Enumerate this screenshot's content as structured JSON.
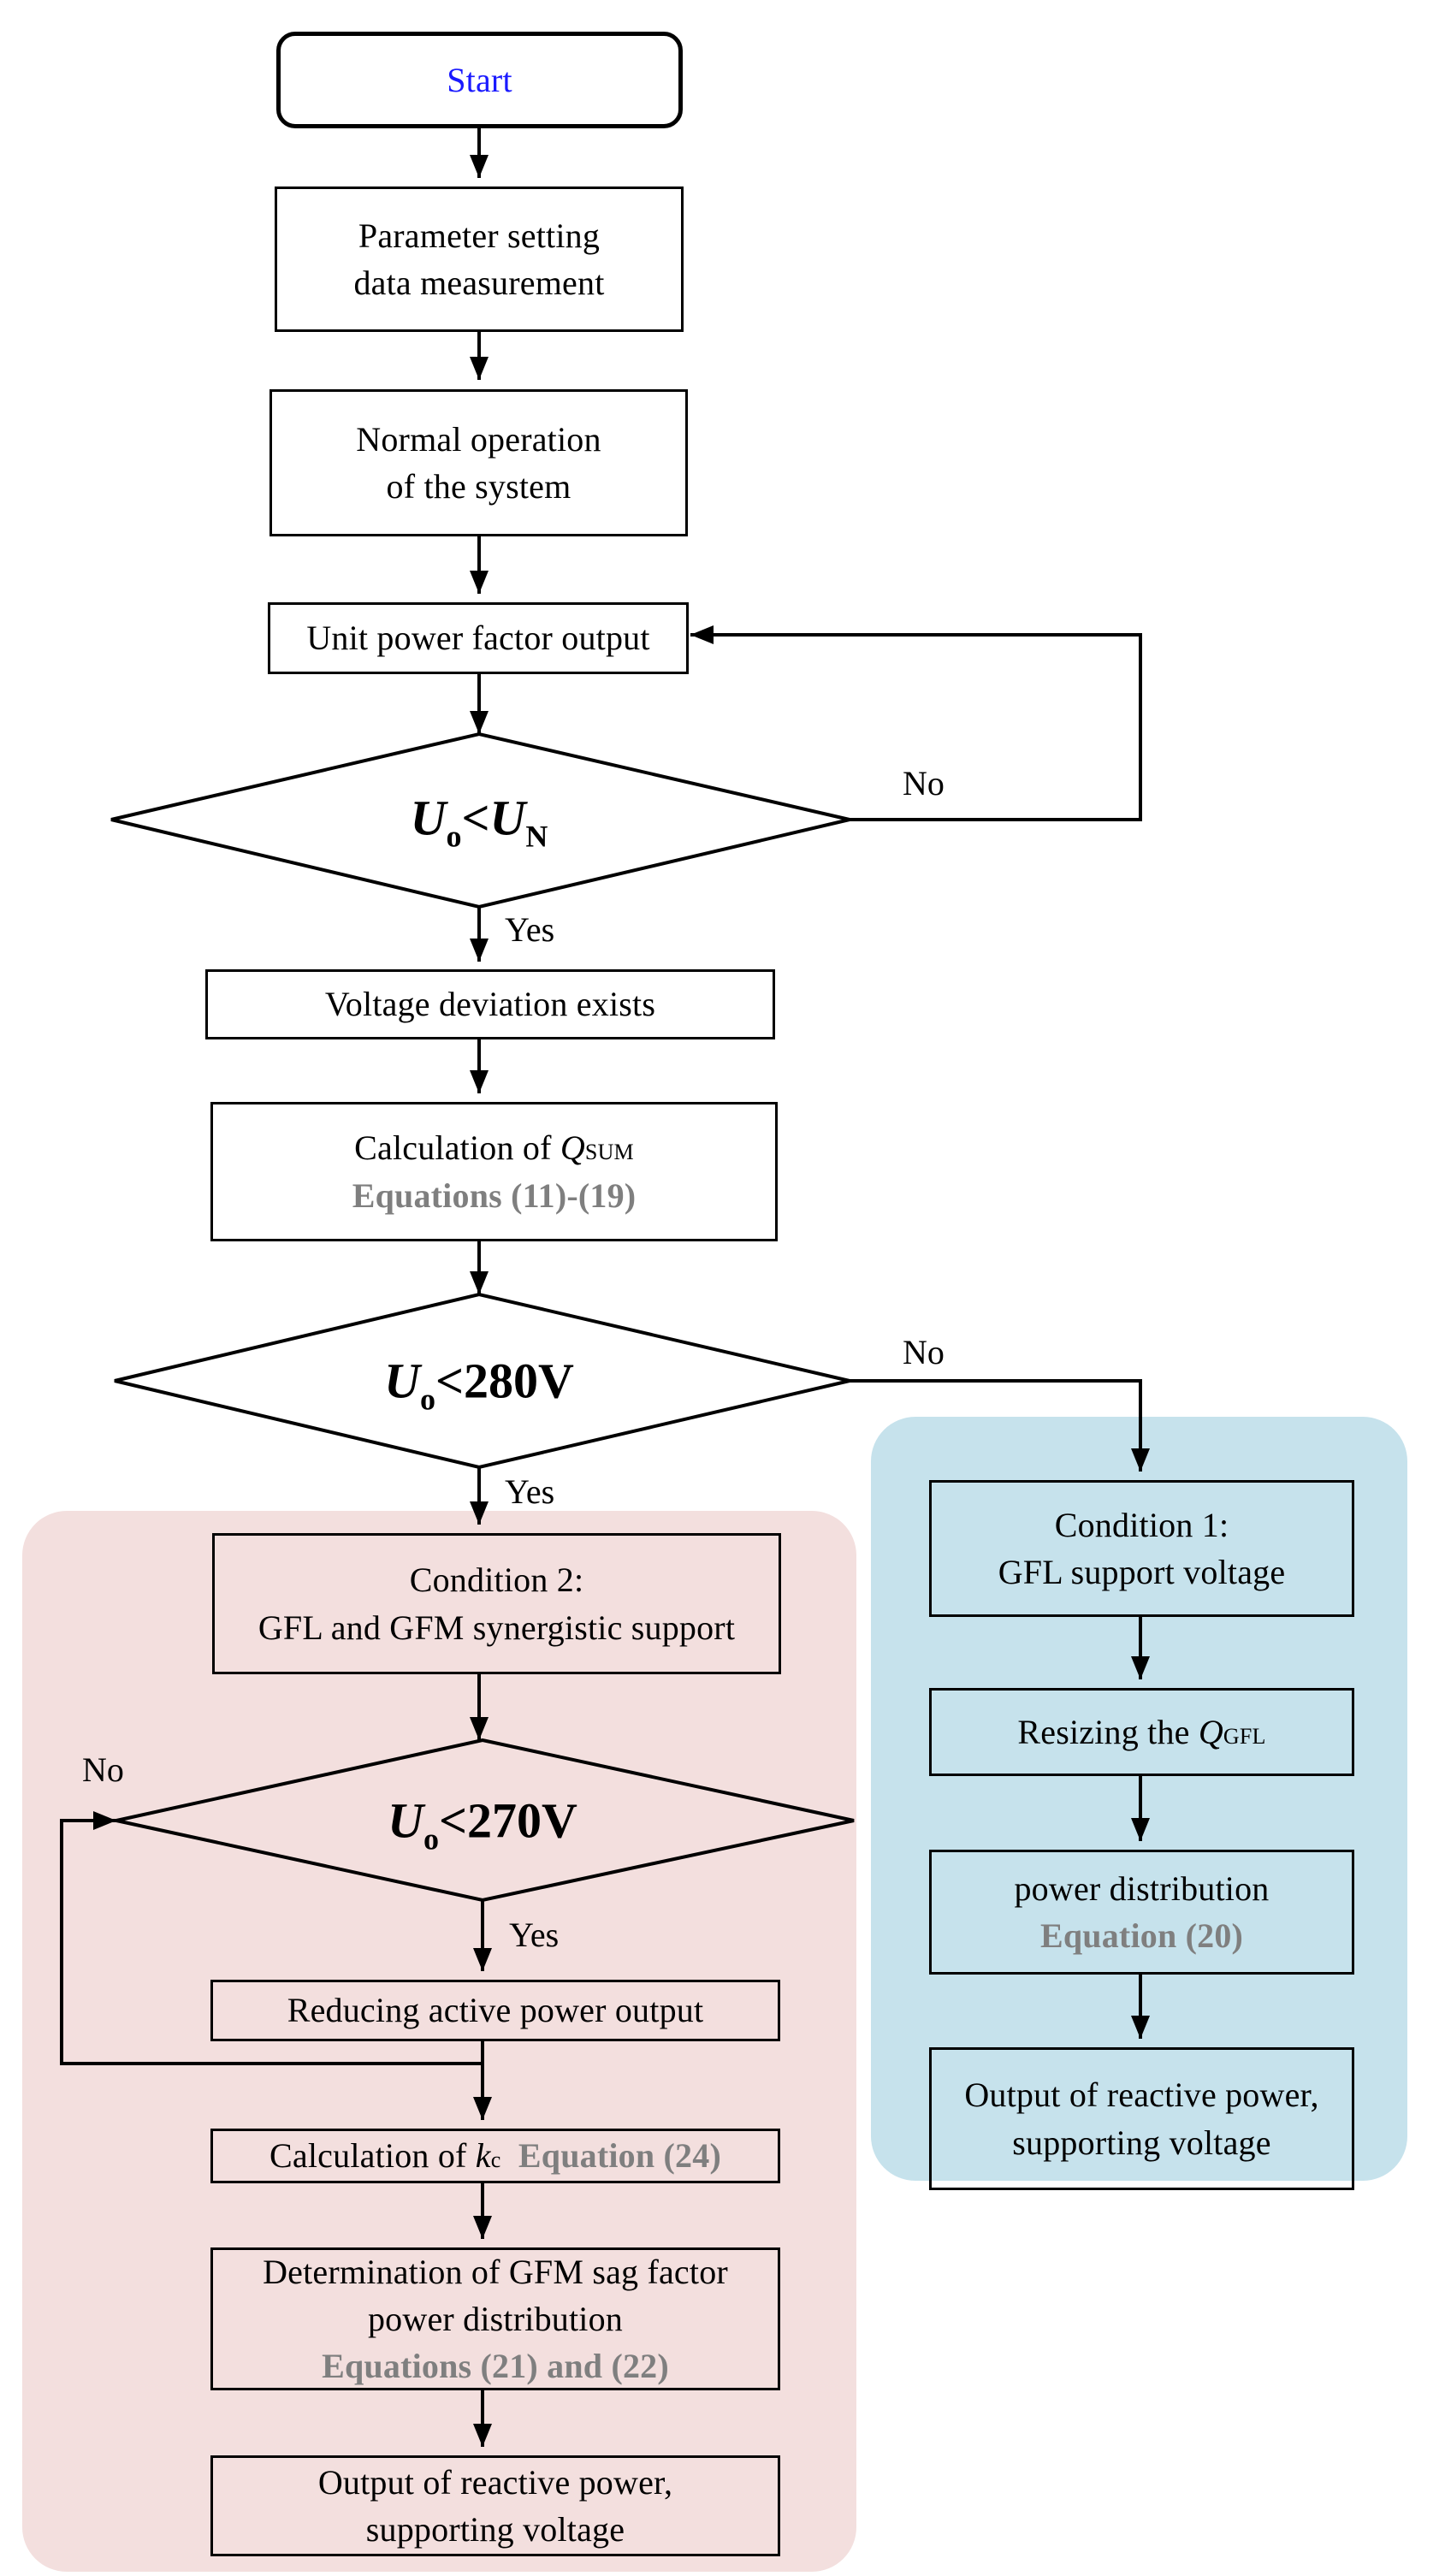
{
  "nodes": {
    "start": "Start",
    "param_line1": "Parameter setting",
    "param_line2": "data measurement",
    "normal_line1": "Normal operation",
    "normal_line2": "of the system",
    "unit_pf": "Unit power factor output",
    "d1": {
      "u": "U",
      "u_sub": "o",
      "op": "<",
      "rhs": "U",
      "rhs_sub": "N"
    },
    "voltage_dev": "Voltage deviation exists",
    "calc_q_prefix": "Calculation of ",
    "calc_q_var": "Q",
    "calc_q_sub": "SUM",
    "calc_q_eq": "Equations (11)-(19)",
    "d2": {
      "u": "U",
      "u_sub": "o",
      "op": "<",
      "rhs": "280V"
    },
    "cond2_line1": "Condition 2:",
    "cond2_line2": "GFL and GFM synergistic support",
    "d3": {
      "u": "U",
      "u_sub": "o",
      "op": "<",
      "rhs": "270V"
    },
    "reduce_active": "Reducing active power output",
    "calc_kc_prefix": "Calculation of ",
    "calc_kc_var": "k",
    "calc_kc_sub": "c",
    "calc_kc_eq": "Equation (24)",
    "determ_line1": "Determination of GFM sag factor",
    "determ_line2": "power distribution",
    "determ_eq": "Equations (21) and (22)",
    "out_left_line1": "Output of reactive power,",
    "out_left_line2": "supporting voltage",
    "cond1_line1": "Condition 1:",
    "cond1_line2": "GFL support voltage",
    "resize_prefix": "Resizing the ",
    "resize_var": "Q",
    "resize_sub": "GFL",
    "powdist_line1": "power distribution",
    "powdist_eq": "Equation (20)",
    "out_right_line1": "Output of reactive power,",
    "out_right_line2": "supporting voltage"
  },
  "labels": {
    "no_d1": "No",
    "yes_d1": "Yes",
    "no_d2": "No",
    "yes_d2": "Yes",
    "no_d3": "No",
    "yes_d3": "Yes"
  },
  "colors": {
    "start_text": "#1a1aff",
    "equation_text": "#7f7f7f",
    "condition2_region": "#f3dfde",
    "condition1_region": "#c6e2ec"
  }
}
